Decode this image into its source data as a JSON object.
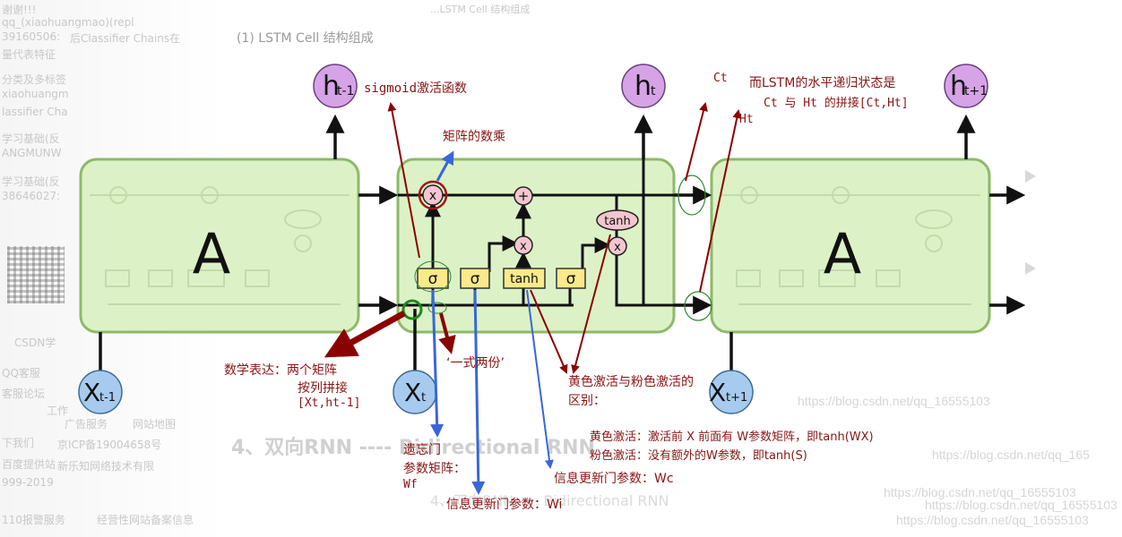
{
  "background": {
    "heading_cell": "(1) LSTM Cell 结构组成",
    "top_breadcrumb": "...LSTM Cell 结构组成",
    "section_heading": "4、双向RNN  ---- Bidirectional RNN",
    "section_heading2": "4、双向RNN  ---- Bidirectional RNN",
    "left_snippets": [
      "谢谢!!!",
      "qq_(xiaohuangmao)(repl",
      "39160506:",
      "量代表特征",
      "分类及多标签",
      "xiaohuangm",
      "lassifier Cha",
      "学习基础(反",
      "ANGMUNW",
      "学习基础(反",
      "38646027:",
      "CSDN学",
      "QQ客服",
      "客服论坛",
      "工作",
      "广告服务",
      "网站地图",
      "下我们",
      "京ICP备19004658号",
      "百度提供站",
      "新乐知网络技术有限",
      "999-2019",
      "经营性网站备案信息",
      "110报警服务"
    ],
    "snippet_mid": "后Classifier Chains在",
    "watermarks": [
      "https://blog.csdn.net/qq_16555103",
      "https://blog.csdn.net/qq_165",
      "https://blog.csdn.net/qq_16555103",
      "https://blog.csdn.net/qq_16555103",
      "https://blog.csdn.net/qq_16555103"
    ]
  },
  "diagram": {
    "cell_letter_left": "A",
    "cell_letter_right": "A",
    "h_base": "h",
    "h_left_sub": "t-1",
    "h_mid_sub": "t",
    "h_right_sub": "t+1",
    "x_base": "X",
    "x_left_sub": "t-1",
    "x_mid_sub": "t",
    "x_right_sub": "t+1",
    "gate_sigma": "σ",
    "gate_tanh": "tanh",
    "op_mul": "x",
    "op_add": "+",
    "tanh_oval": "tanh"
  },
  "annotations": {
    "sigmoid": "sigmoid激活函数",
    "matrix_mul": "矩阵的数乘",
    "ct": "Ct",
    "ht": "Ht",
    "lstm_state_line1": "而LSTM的水平递归状态是",
    "lstm_state_line2": "Ct 与 Ht 的拼接[Ct,Ht]",
    "math_expr_line1": "数学表达：两个矩阵",
    "math_expr_line2": "按列拼接",
    "math_expr_line3": "[Xt,ht-1]",
    "one_two": "‘一式两份’",
    "yellow_pink_line1": "黄色激活与粉色激活的",
    "yellow_pink_line2": "区别：",
    "yellow_act": "黄色激活：激活前 X 前面有 W参数矩阵，即tanh(WX)",
    "pink_act": "粉色激活：没有额外的W参数，即tanh(S)",
    "forget_line1": "遗忘门",
    "forget_line2": "参数矩阵：",
    "forget_line3": "Wf",
    "info_gate_wc": "信息更新门参数：Wc",
    "info_gate_wi": "信息更新门参数：Wi"
  },
  "colors": {
    "cell_fill": "#dcf2c6",
    "cell_stroke": "#8fb86a",
    "h_circle": "#d6a3e6",
    "x_circle": "#a6cbef",
    "gate_yellow": "#fbe98a",
    "op_pink": "#f4c6cf",
    "anno_red": "#8b1414",
    "arrow_red": "#8b0000",
    "arrow_blue": "#3a66d8"
  }
}
